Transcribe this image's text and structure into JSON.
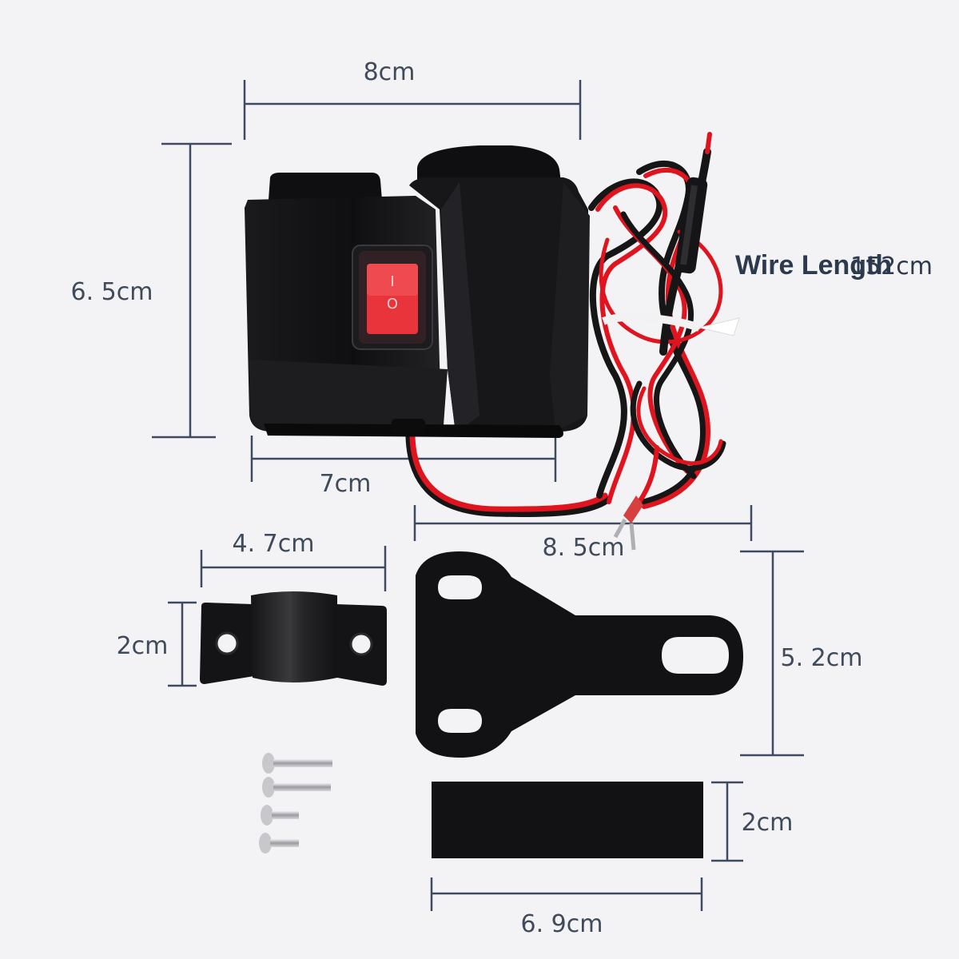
{
  "dimensions": {
    "top_width": "8cm",
    "height": "6. 5cm",
    "bottom_width": "7cm",
    "wire_label": "Wire Length",
    "wire_value": "152cm",
    "base_width": "8. 5cm",
    "clamp_width": "4. 7cm",
    "clamp_height": "2cm",
    "bracket_height": "5. 2cm",
    "pad_height": "2cm",
    "pad_width": "6. 9cm"
  },
  "switch": {
    "on_mark": "I",
    "off_mark": "O"
  },
  "colors": {
    "background": "#f3f3f5",
    "product_black": "#141416",
    "wire_red": "#e0141e",
    "switch_red": "#e8343a",
    "dimension_lines": "#3d4a60"
  }
}
